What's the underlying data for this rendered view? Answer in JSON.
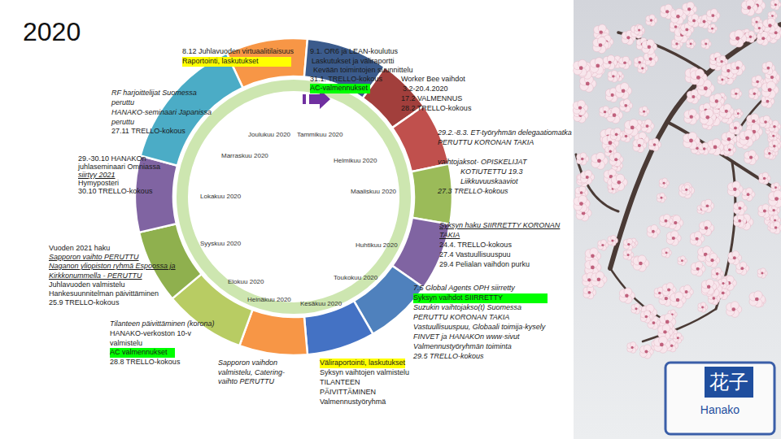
{
  "diagram": {
    "title": "2020",
    "labels": [
      "8.12 Juhlavuoden virtuaalitilaisuus",
      "Raportointi, laskutukset",
      "9.1. OR6 ja LEAN-koulutus",
      "Laskutukset ja väliraportti",
      "Kevään toimintojen suunnittelu",
      "31.1. TRELLO-kokous",
      "AC-valmennukset",
      "Worker Bee vaihdot",
      "3.2-20.4.2020",
      "17.2 VALMENNUS",
      "28.2 TRELLO-kokous",
      "RF harjoittelijat Suomessa peruttu",
      "HANAKO-seminaari Japanissa peruttu",
      "27.11 TRELLO-kokous",
      "Joulukuu 2020",
      "Tammikuu 2020",
      "Marraskuu 2020",
      "Helmikuu 2020",
      "29.2.-8.3. ET-työryhmän delegaatiomatka PERUTTU KORONAN TAKIA",
      "vaihtojaksot- OPISKELIJAT",
      "KOTIUTETTU 19.3",
      "Liikkuvuuskaaviot",
      "27.3 TRELLO-kokous",
      "29.-30.10 HANAKOn juhlaseminaari Omniassa",
      "siirtyy 2021",
      "Hymyposteri",
      "30.10 TRELLO-kokous",
      "Lokakuu 2020",
      "Maaliskuu 2020",
      "Syksyn haku SIIRRETTY KORONAN TAKIA",
      "24.4. TRELLO-kokous",
      "27.4 Vastuullisuuspuu",
      "29.4 Pelialan vaihdon purku",
      "Syyskuu 2020",
      "Huhtikuu 2020",
      "Vuoden 2021 haku",
      "Sapporon vaihto PERUTTU",
      "Naganon yliopiston ryhmä Espoossa ja Kirkkonummella - PERUTTU",
      "Juhlavuoden valmistelu",
      "Hankesuunnitelman päivittäminen",
      "25.9 TRELLO-kokous",
      "Elokuu 2020",
      "Toukokuu 2020",
      "Heinäkuu 2020",
      "Kesäkuu 2020",
      "7.5 Global Agents OPH siirretty",
      "Syksyn vaihdot SIIRRETTY",
      "Suzukin vaihtojakso(t) Suomessa PERUTTU KORONAN TAKIA",
      "Vastuullisuuspuu, Globaali toimija-kysely",
      "FINVET ja HANAKOn www-sivut",
      "Valmennustyöryhmän toiminta",
      "29.5 TRELLO-kokous",
      "Tilanteen päivittäminen (korona)",
      "HANAKO-verkoston 10-v valmistelu",
      "AC valmennukset",
      "28.8 TRELLO-kokous",
      "Sapporon vaihdon valmistelu, Catering-vaihto PERUTTU",
      "Väliraportointi, laskutukset",
      "Syksyn vaihtojen valmistelu",
      "TILANTEEN PÄIVITTÄMINEN",
      "Valmennustyöryhmä",
      "花子",
      "Hanako"
    ]
  }
}
